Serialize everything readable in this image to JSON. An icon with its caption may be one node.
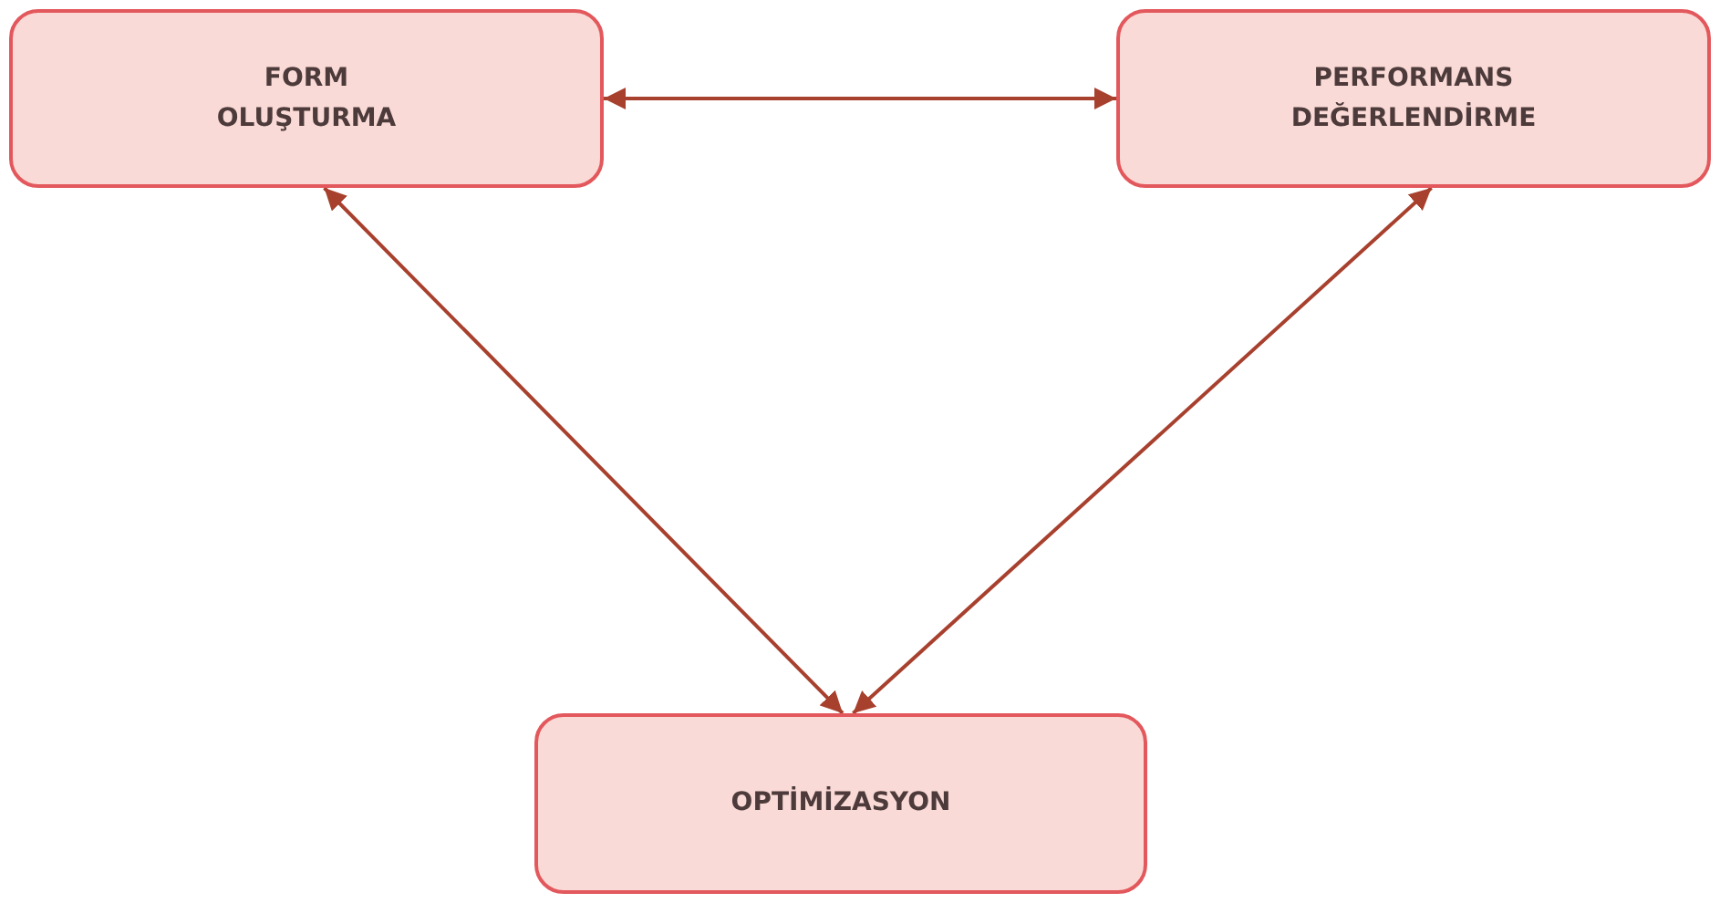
{
  "diagram": {
    "nodes": [
      {
        "text": [
          "FORM OLUŞTURMA"
        ]
      },
      {
        "text": [
          "PERFORMANS DEĞERLENDİRME"
        ]
      },
      {
        "text": [
          "OPTİMİZASYON"
        ]
      }
    ],
    "edges": [
      {
        "from": 0,
        "to": 1,
        "arrow": "both"
      },
      {
        "from": 0,
        "to": 2,
        "arrow": "both"
      },
      {
        "from": 1,
        "to": 2,
        "arrow": "both"
      }
    ]
  }
}
